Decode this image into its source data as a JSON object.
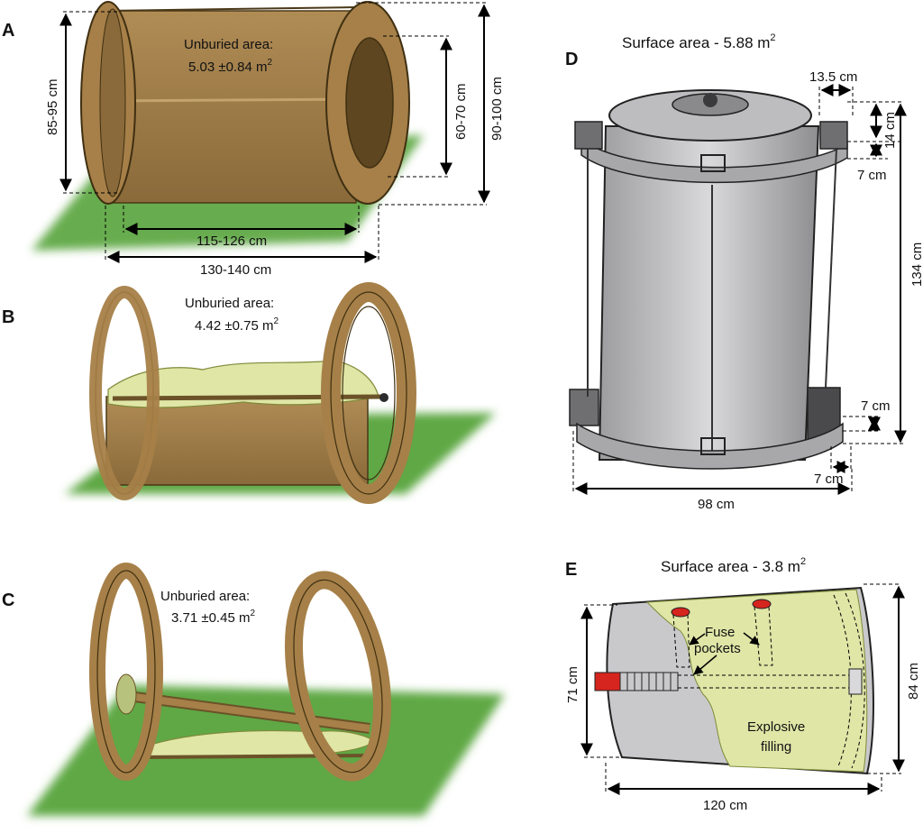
{
  "panels": {
    "A": {
      "letter": "A",
      "area_label": "Unburied area:",
      "area_value": "5.03 ±0.84 m",
      "height_outer": "85-95 cm",
      "inner_diameter": "60-70 cm",
      "outer_diameter": "90-100 cm",
      "inner_length": "115-126 cm",
      "outer_length": "130-140 cm"
    },
    "B": {
      "letter": "B",
      "area_label": "Unburied area:",
      "area_value": "4.42 ±0.75 m"
    },
    "C": {
      "letter": "C",
      "area_label": "Unburied  area:",
      "area_value": "3.71 ±0.45 m"
    },
    "D": {
      "letter": "D",
      "title": "Surface area -  5.88 m",
      "dim_lug_width": "13.5 cm",
      "dim_lug_height": "14 cm",
      "dim_top_gap": "7 cm",
      "dim_height": "134 cm",
      "dim_bottom_lug": "7 cm",
      "dim_bottom_offset": "7 cm",
      "dim_width": "98 cm"
    },
    "E": {
      "letter": "E",
      "title": "Surface area - 3.8 m",
      "fuse_label_1": "Fuse",
      "fuse_label_2": "pockets",
      "fill_label_1": "Explosive",
      "fill_label_2": "filling",
      "dim_left": "71 cm",
      "dim_right": "84 cm",
      "dim_length": "120 cm"
    },
    "squared": "2"
  },
  "colors": {
    "wood": "#9b7a45",
    "wood_dark": "#6b5228",
    "grass": "#5fa845",
    "explosive": "#dfe6a6",
    "steel": "#c9c9cc",
    "fuse_red": "#d6241e"
  }
}
